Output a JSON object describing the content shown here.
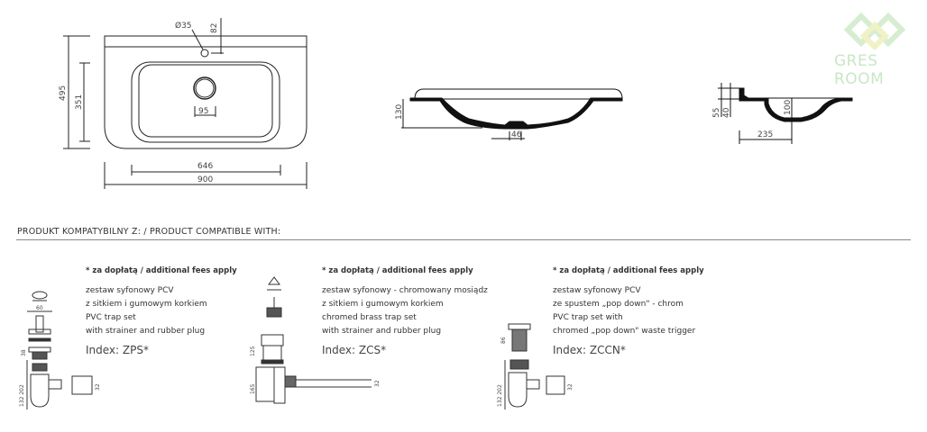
{
  "logo": {
    "text": "GRES ROOM"
  },
  "top_view": {
    "dims": {
      "hole": "Ø35",
      "hole_offset": "82",
      "depth_total": "495",
      "depth_basin": "351",
      "drain": "95",
      "basin_width": "646",
      "width": "900"
    }
  },
  "side_view": {
    "dims": {
      "height": "130",
      "drain": "46"
    }
  },
  "section_view": {
    "dims": {
      "a": "55",
      "b": "40",
      "depth": "100",
      "offset": "235"
    }
  },
  "compatible": {
    "title": "PRODUKT KOMPATYBILNY Z: / PRODUCT COMPATIBLE WITH:",
    "products": [
      {
        "fee": "* za dopłatą / additional fees apply",
        "lines": [
          "zestaw syfonowy PCV",
          "z sitkiem i gumowym korkiem",
          "PVC trap set",
          "with strainer and rubber plug"
        ],
        "index": "Index: ZPS*",
        "dims": [
          "60",
          "38",
          "132 202",
          "32"
        ]
      },
      {
        "fee": "* za dopłatą / additional fees apply",
        "lines": [
          "zestaw syfonowy - chromowany mosiądz",
          "z sitkiem i gumowym korkiem",
          "chromed brass trap set",
          "with strainer and rubber plug"
        ],
        "index": "Index: ZCS*",
        "dims": [
          "125",
          "165",
          "32"
        ]
      },
      {
        "fee": "* za dopłatą / additional fees apply",
        "lines": [
          "zestaw syfonowy PCV",
          "ze spustem „pop down\" - chrom",
          "PVC trap set with",
          "chromed „pop down\" waste trigger"
        ],
        "index": "Index: ZCCN*",
        "dims": [
          "86",
          "132 202",
          "32"
        ]
      }
    ]
  }
}
